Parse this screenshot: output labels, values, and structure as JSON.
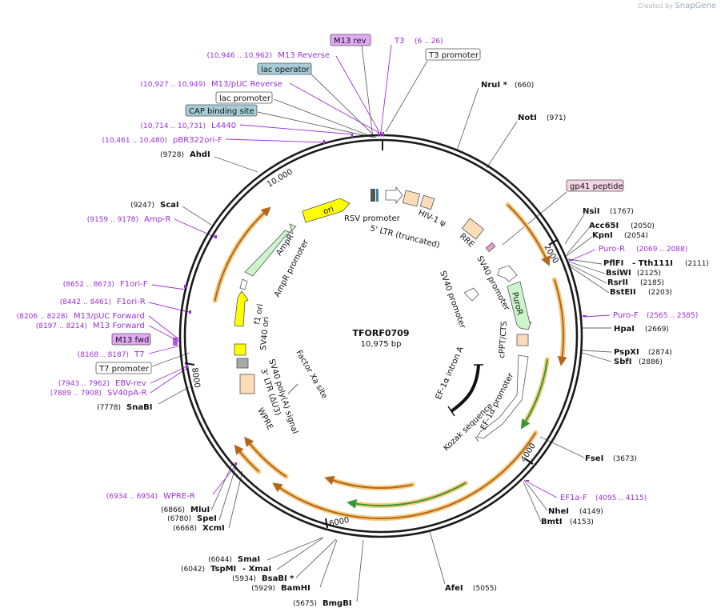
{
  "brand": {
    "created_by": "Created by",
    "logo": "SnapGene"
  },
  "plasmid": {
    "name": "TFORF0709",
    "length": "10,975 bp",
    "length_bp": 10975
  },
  "ticks": [
    "2000",
    "4000",
    "6000",
    "8000",
    "10,000"
  ],
  "enzymes": [
    {
      "name": "NruI *",
      "pos": "(660)"
    },
    {
      "name": "NotI",
      "pos": "(971)"
    },
    {
      "name": "NsiI",
      "pos": "(1767)"
    },
    {
      "name": "Acc65I",
      "pos": "(2050)"
    },
    {
      "name": "KpnI",
      "pos": "(2054)"
    },
    {
      "name": "PflFI",
      "pos": ""
    },
    {
      "name": "- Tth111I",
      "pos": "(2111)"
    },
    {
      "name": "BsiWI",
      "pos": "(2125)"
    },
    {
      "name": "RsrII",
      "pos": "(2185)"
    },
    {
      "name": "BstEII",
      "pos": "(2203)"
    },
    {
      "name": "HpaI",
      "pos": "(2669)"
    },
    {
      "name": "PspXI",
      "pos": "(2874)"
    },
    {
      "name": "SbfI",
      "pos": "(2886)"
    },
    {
      "name": "FseI",
      "pos": "(3673)"
    },
    {
      "name": "NheI",
      "pos": "(4149)"
    },
    {
      "name": "BmtI",
      "pos": "(4153)"
    },
    {
      "name": "AfeI",
      "pos": "(5055)"
    },
    {
      "name": "BmgBI",
      "pos": "(5675)"
    },
    {
      "name": "BamHI",
      "pos": "(5929)"
    },
    {
      "name": "BsaBI *",
      "pos": "(5934)"
    },
    {
      "name": "TspMI",
      "pos": "(6042)"
    },
    {
      "name": "- XmaI",
      "pos": ""
    },
    {
      "name": "SmaI",
      "pos": "(6044)"
    },
    {
      "name": "XcmI",
      "pos": "(6668)"
    },
    {
      "name": "SpeI",
      "pos": "(6780)"
    },
    {
      "name": "MluI",
      "pos": "(6866)"
    },
    {
      "name": "SnaBI",
      "pos": "(7778)"
    },
    {
      "name": "ScaI",
      "pos": "(9247)"
    },
    {
      "name": "AhdI",
      "pos": "(9728)"
    }
  ],
  "primers": [
    {
      "name": "M13 rev",
      "pos": ""
    },
    {
      "name": "T3",
      "pos": "(6 .. 26)"
    },
    {
      "name": "M13 Reverse",
      "pos": "(10,946 .. 10,962)"
    },
    {
      "name": "M13/pUC Reverse",
      "pos": "(10,927 .. 10,949)"
    },
    {
      "name": "L4440",
      "pos": "(10,714 .. 10,731)"
    },
    {
      "name": "pBR322ori-F",
      "pos": "(10,461 .. 10,480)"
    },
    {
      "name": "Puro-R",
      "pos": "(2069 .. 2088)"
    },
    {
      "name": "Puro-F",
      "pos": "(2565 .. 2585)"
    },
    {
      "name": "EF1a-F",
      "pos": "(4095 .. 4115)"
    },
    {
      "name": "WPRE-R",
      "pos": "(6934 .. 6954)"
    },
    {
      "name": "SV40pA-R",
      "pos": "(7889 .. 7908)"
    },
    {
      "name": "EBV-rev",
      "pos": "(7943 .. 7962)"
    },
    {
      "name": "T7",
      "pos": "(8168 .. 8187)"
    },
    {
      "name": "M13 Forward",
      "pos": "(8197 .. 8214)"
    },
    {
      "name": "M13/pUC Forward",
      "pos": "(8206 .. 8228)"
    },
    {
      "name": "F1ori-R",
      "pos": "(8442 .. 8461)"
    },
    {
      "name": "F1ori-F",
      "pos": "(8652 .. 8673)"
    },
    {
      "name": "Amp-R",
      "pos": "(9159 .. 9178)"
    },
    {
      "name": "M13 fwd",
      "pos": ""
    }
  ],
  "boxed": [
    {
      "name": "lac operator"
    },
    {
      "name": "lac promoter"
    },
    {
      "name": "CAP binding site"
    },
    {
      "name": "T3 promoter"
    },
    {
      "name": "gp41 peptide"
    },
    {
      "name": "T7 promoter"
    }
  ],
  "features": [
    "RSV promoter",
    "5' LTR (truncated)",
    "HIV-1 ψ",
    "RRE",
    "SV40 promoter",
    "SV40 promoter",
    "PuroR",
    "cPPT/CTS",
    "EF-1α promoter",
    "EF-1α intron A",
    "Kozak sequence",
    "ori",
    "AmpR",
    "AmpR promoter",
    "f1 ori",
    "SV40 ori",
    "Factor Xa site",
    "SV40 poly(A) signal",
    "3' LTR (ΔU3)",
    "WPRE"
  ],
  "colors": {
    "backbone": "#1a1a1a",
    "primer": "#9b30d9",
    "ori": "#ffff00",
    "amp": "#ccf5cc",
    "orf_halo": "#f5c97a",
    "orf_line": "#b5651d",
    "orf_green": "#339933",
    "ltr": "#fadcb8",
    "primer_box": "#e2a8f5",
    "site_box": "#a6ccd6",
    "gp41_box": "#f5d5e5"
  }
}
